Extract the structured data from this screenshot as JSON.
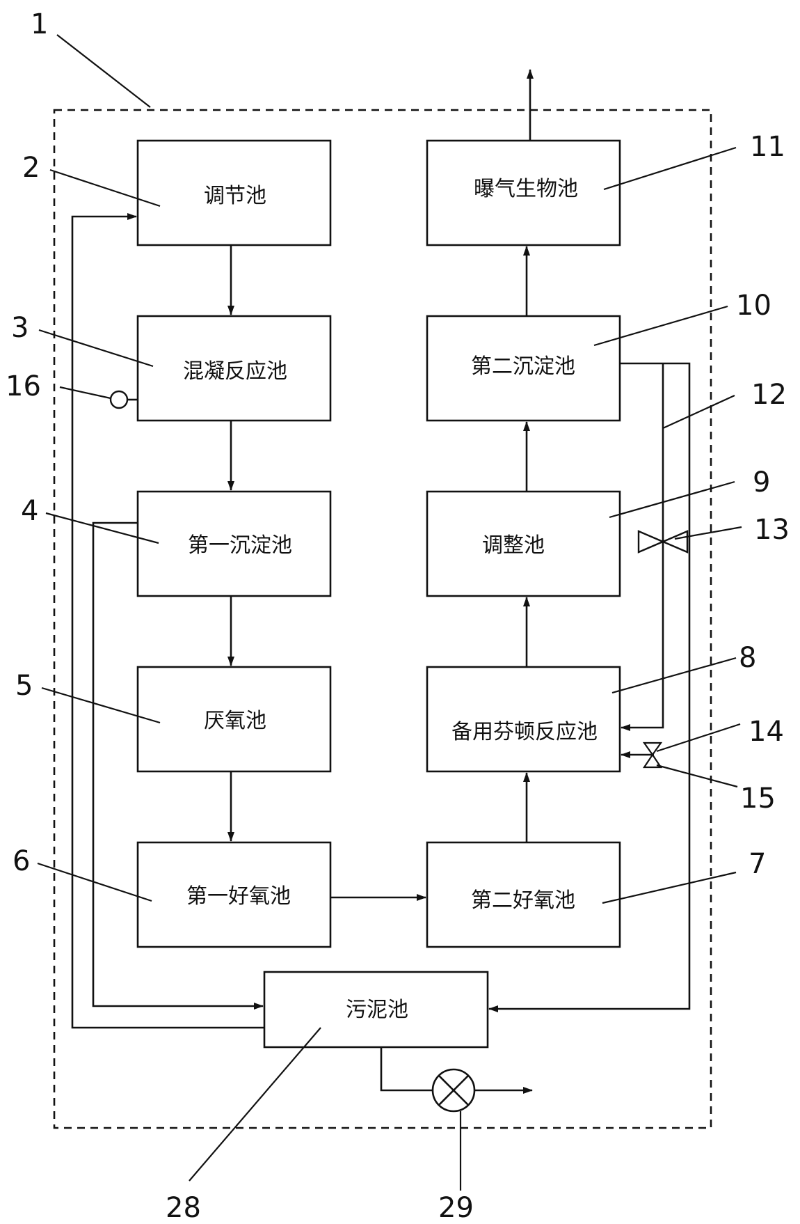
{
  "tanks": {
    "regulating": "调节池",
    "coagulation": "混凝反应池",
    "first_sedimentation": "第一沉淀池",
    "anaerobic": "厌氧池",
    "first_aerobic": "第一好氧池",
    "second_aerobic": "第二好氧池",
    "backup_fenton": "备用芬顿反应池",
    "adjustment": "调整池",
    "second_sedimentation": "第二沉淀池",
    "aeration_bio": "曝气生物池",
    "sludge": "污泥池"
  },
  "labels": {
    "n1": "1",
    "n2": "2",
    "n3": "3",
    "n4": "4",
    "n5": "5",
    "n6": "6",
    "n7": "7",
    "n8": "8",
    "n9": "9",
    "n10": "10",
    "n11": "11",
    "n12": "12",
    "n13": "13",
    "n14": "14",
    "n15": "15",
    "n16": "16",
    "n28": "28",
    "n29": "29"
  }
}
